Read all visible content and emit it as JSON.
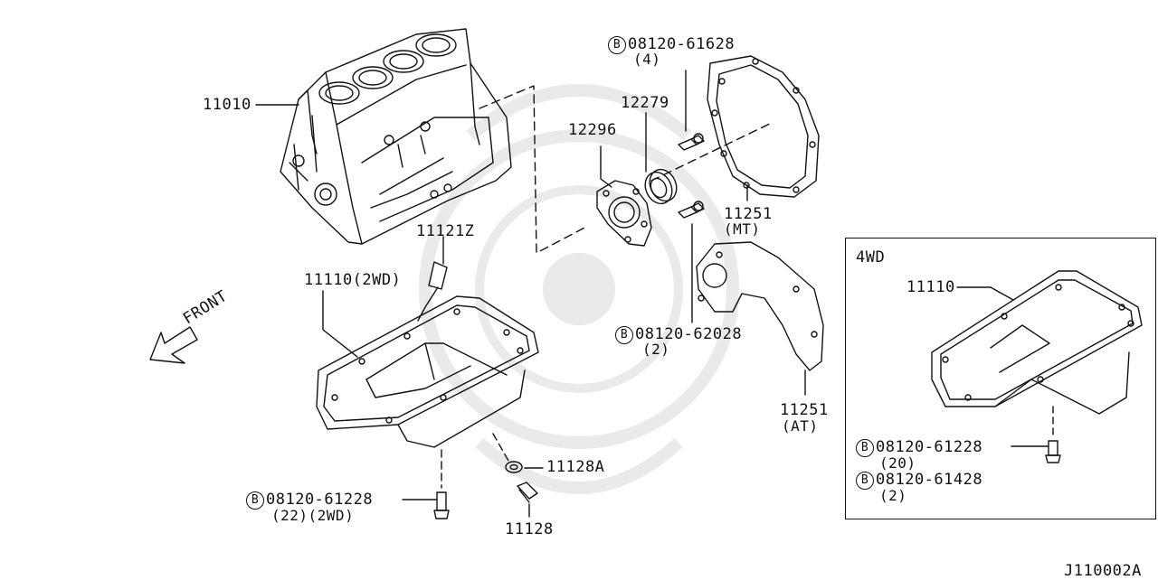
{
  "diagram": {
    "labels": {
      "block": "11010",
      "dipstick": "11121Z",
      "oil_pan_2wd": "11110(2WD)",
      "front": "FRONT",
      "rear_plate": "12296",
      "seal": "12279",
      "bolt_top_code": "08120-61628",
      "bolt_top_qty": "(4)",
      "plate_mt_num": "11251",
      "plate_mt_var": "(MT)",
      "bolt_mid_code": "08120-62028",
      "bolt_mid_qty": "(2)",
      "plate_at_num": "11251",
      "plate_at_var": "(AT)",
      "drain_washer": "11128A",
      "drain_plug": "11128",
      "bolt_pan_code": "08120-61228",
      "bolt_pan_qty": "(22)(2WD)",
      "bolt_b_symbol": "B",
      "ref_code": "J110002A"
    },
    "inset": {
      "title": "4WD",
      "oil_pan": "11110",
      "bolt1_code": "08120-61228",
      "bolt1_qty": "(20)",
      "bolt2_code": "08120-61428",
      "bolt2_qty": "(2)"
    }
  }
}
